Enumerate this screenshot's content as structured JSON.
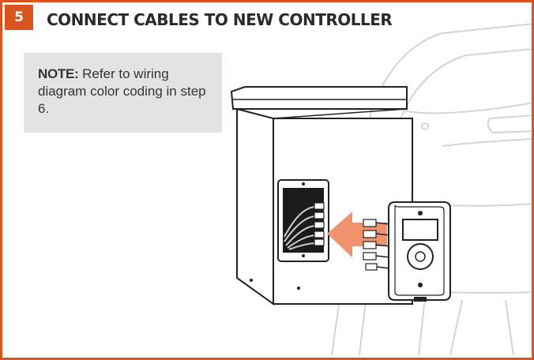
{
  "step": {
    "number": "5",
    "title": "CONNECT CABLES TO NEW CONTROLLER"
  },
  "note": {
    "label": "NOTE:",
    "text": " Refer to wiring diagram color coding in step 6."
  },
  "colors": {
    "accent": "#d9541e",
    "arrow": "#f0936c",
    "note_bg": "#e3e3e3"
  },
  "icons": {
    "illustration": "grill-controller-install-illustration",
    "arrow": "insert-arrow-icon"
  }
}
